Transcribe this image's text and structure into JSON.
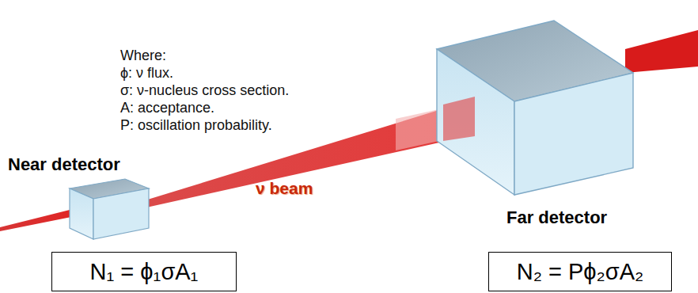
{
  "diagram": {
    "nodes": [
      {
        "text": [
          "N₁ = ϕ₁σA₁"
        ]
      },
      {
        "text": [
          "N₂ = Pϕ₂σA₂"
        ]
      }
    ],
    "labels": [
      "Where:",
      "ϕ: ν flux.",
      "σ: ν-nucleus cross section.",
      "A: acceptance.",
      "P: oscillation probability.",
      "Near detector",
      "ν beam",
      "Far detector"
    ]
  }
}
